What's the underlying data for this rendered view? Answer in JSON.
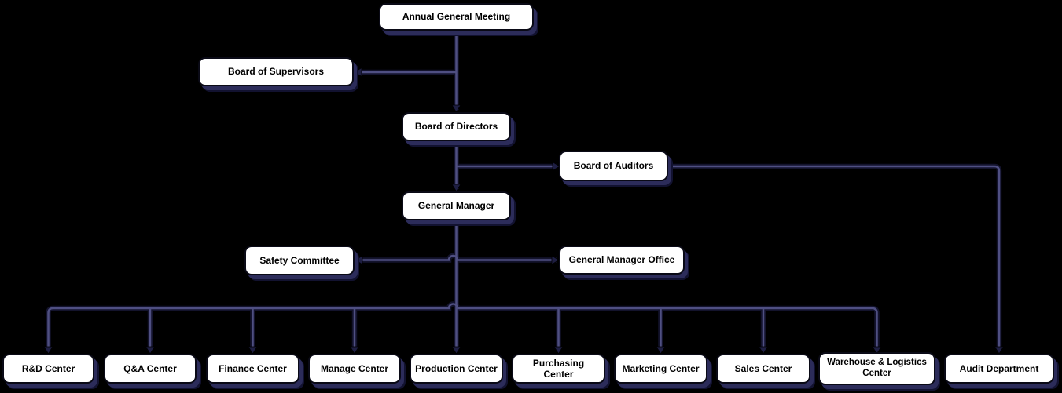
{
  "theme": {
    "background": "#000000",
    "box_fill": "#ffffff",
    "box_border": "#0a0a16",
    "box_shadow": "#2c2c5a",
    "line_core": "#4f4f82",
    "line_edge": "#13132c",
    "arrow_fill": "#1e1e42",
    "text_color": "#000000"
  },
  "nodes": [
    {
      "id": "annual-general-meeting",
      "label": "Annual General Meeting"
    },
    {
      "id": "board-of-supervisors",
      "label": "Board of Supervisors"
    },
    {
      "id": "board-of-directors",
      "label": "Board of Directors"
    },
    {
      "id": "board-of-auditors",
      "label": "Board of Auditors"
    },
    {
      "id": "general-manager",
      "label": "General Manager"
    },
    {
      "id": "safety-committee",
      "label": "Safety Committee"
    },
    {
      "id": "general-manager-office",
      "label": "General Manager Office"
    },
    {
      "id": "rd-center",
      "label": "R&D Center"
    },
    {
      "id": "qa-center",
      "label": "Q&A Center"
    },
    {
      "id": "finance-center",
      "label": "Finance Center"
    },
    {
      "id": "manage-center",
      "label": "Manage Center"
    },
    {
      "id": "production-center",
      "label": "Production Center"
    },
    {
      "id": "purchasing-center",
      "label": "Purchasing Center"
    },
    {
      "id": "marketing-center",
      "label": "Marketing Center"
    },
    {
      "id": "sales-center",
      "label": "Sales Center"
    },
    {
      "id": "warehouse-logistics-center",
      "label": "Warehouse & Logistics Center"
    },
    {
      "id": "audit-department",
      "label": "Audit Department"
    }
  ],
  "edges": [
    {
      "from": "annual-general-meeting",
      "to": "board-of-supervisors"
    },
    {
      "from": "annual-general-meeting",
      "to": "board-of-directors"
    },
    {
      "from": "board-of-directors",
      "to": "board-of-auditors"
    },
    {
      "from": "board-of-directors",
      "to": "general-manager"
    },
    {
      "from": "board-of-auditors",
      "to": "audit-department"
    },
    {
      "from": "general-manager",
      "to": "safety-committee"
    },
    {
      "from": "general-manager",
      "to": "general-manager-office"
    },
    {
      "from": "general-manager",
      "to": "rd-center"
    },
    {
      "from": "general-manager",
      "to": "qa-center"
    },
    {
      "from": "general-manager",
      "to": "finance-center"
    },
    {
      "from": "general-manager",
      "to": "manage-center"
    },
    {
      "from": "general-manager",
      "to": "production-center"
    },
    {
      "from": "general-manager",
      "to": "purchasing-center"
    },
    {
      "from": "general-manager",
      "to": "marketing-center"
    },
    {
      "from": "general-manager",
      "to": "sales-center"
    },
    {
      "from": "general-manager",
      "to": "warehouse-logistics-center"
    }
  ]
}
